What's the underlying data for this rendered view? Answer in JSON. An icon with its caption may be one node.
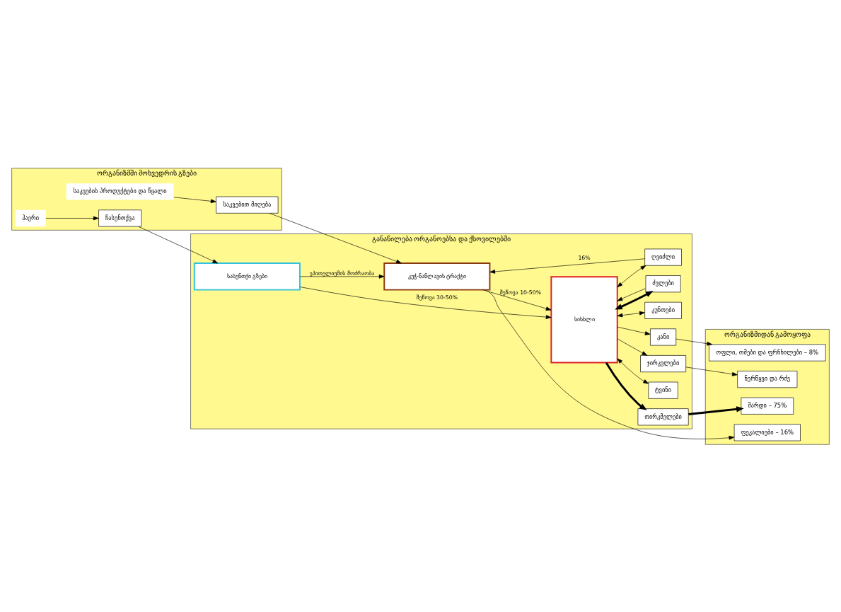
{
  "diagram": {
    "nodes": [
      {
        "text": [
          "ორგანიზმში მოხვედრის გზები"
        ]
      },
      {
        "text": [
          "განაწილება ორგანოებსა და ქსოვილებში"
        ]
      },
      {
        "text": [
          "ორგანიზმიდან გამოყოფა"
        ]
      },
      {
        "text": [
          "საკვებით მიღება"
        ],
        "in": 0
      },
      {
        "text": [
          "საკვების პროდუქტები და წყალი"
        ],
        "in": 0
      },
      {
        "text": [
          "ჰაერი"
        ],
        "in": 0
      },
      {
        "text": [
          "ჩასუნთქვა"
        ],
        "in": 0
      },
      {
        "text": [
          "კუჭ-ნაწლავის ტრაქტი"
        ],
        "in": 1
      },
      {
        "text": [
          "ღვიძლი"
        ],
        "in": 1
      },
      {
        "text": [
          "კანი"
        ],
        "in": 1
      },
      {
        "text": [
          "კუნთები"
        ],
        "in": 1
      },
      {
        "text": [
          "სისხლი"
        ],
        "in": 1
      },
      {
        "text": [
          "ძვლები"
        ],
        "in": 1
      },
      {
        "text": [
          "ჯირკვლები"
        ],
        "in": 1
      },
      {
        "text": [
          "ტვინი"
        ],
        "in": 1
      },
      {
        "text": [
          "თირკმელები"
        ],
        "in": 1
      },
      {
        "text": [
          "სასუნთქი გზები"
        ],
        "in": 1
      },
      {
        "text": [
          "ფეკალიები – 16%"
        ],
        "in": 2
      },
      {
        "text": [
          "ოფლი, თმები და ფრჩხილები – 8%"
        ],
        "in": 2
      },
      {
        "text": [
          "ნერწყვი და რძე"
        ],
        "in": 2
      },
      {
        "text": [
          "შარდი – 75%"
        ],
        "in": 2
      }
    ],
    "edges": [
      {
        "from": 4,
        "to": 3,
        "arrow": "to"
      },
      {
        "from": 3,
        "to": 7,
        "arrow": "to"
      },
      {
        "from": 7,
        "to": 17,
        "arrow": "to"
      },
      {
        "from": 7,
        "to": 11,
        "arrow": "to",
        "label": "შეწოვა 10-50%"
      },
      {
        "from": 8,
        "to": 7,
        "arrow": "to",
        "label": "16%"
      },
      {
        "from": 11,
        "to": 8,
        "arrow": "both"
      },
      {
        "from": 11,
        "to": 9,
        "arrow": "to"
      },
      {
        "from": 9,
        "to": 18,
        "arrow": "to"
      },
      {
        "from": 11,
        "to": 10,
        "arrow": "both"
      },
      {
        "from": 11,
        "to": 12,
        "arrow": "both",
        "style": "thick"
      },
      {
        "from": 12,
        "to": 11,
        "arrow": "to"
      },
      {
        "from": 11,
        "to": 13,
        "arrow": "to"
      },
      {
        "from": 13,
        "to": 19,
        "arrow": "to"
      },
      {
        "from": 11,
        "to": 14,
        "arrow": "both"
      },
      {
        "from": 11,
        "to": 15,
        "arrow": "to",
        "style": "thick"
      },
      {
        "from": 15,
        "to": 20,
        "arrow": "to",
        "style": "thick"
      },
      {
        "from": 16,
        "to": 11,
        "arrow": "to",
        "label": "შეწოვა 30-50%"
      },
      {
        "from": 16,
        "to": 7,
        "arrow": "to",
        "label": "ეპითელიუმის მოძრაობა"
      },
      {
        "from": 5,
        "to": 6,
        "arrow": "to"
      },
      {
        "from": 6,
        "to": 16,
        "arrow": "to"
      }
    ]
  }
}
